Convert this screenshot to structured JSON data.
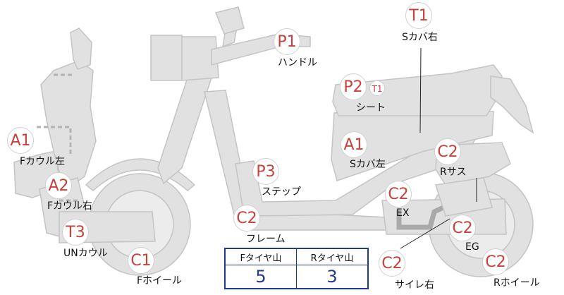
{
  "colors": {
    "body_fill": "#e1e1e1",
    "body_stroke": "#c4c4c4",
    "marker_text": "#c8413a",
    "table_border": "#1f3b8c",
    "value_text": "#1f3b8c"
  },
  "parts": [
    {
      "code": "P1",
      "label": "ハンドル"
    },
    {
      "code": "T1",
      "label": "Sカバ右"
    },
    {
      "code": "P2",
      "label": "シート"
    },
    {
      "code": "T1",
      "label": ""
    },
    {
      "code": "A1",
      "label": "Fカウル左"
    },
    {
      "code": "A2",
      "label": "Fカウル右"
    },
    {
      "code": "T3",
      "label": "UNカウル"
    },
    {
      "code": "C1",
      "label": "Fホイール"
    },
    {
      "code": "A1",
      "label": "Sカバ左"
    },
    {
      "code": "P3",
      "label": "ステップ"
    },
    {
      "code": "C2",
      "label": "Rサス"
    },
    {
      "code": "C2",
      "label": "EX"
    },
    {
      "code": "C2",
      "label": "フレーム"
    },
    {
      "code": "C2",
      "label": "EG"
    },
    {
      "code": "C2",
      "label": "サイレ右"
    },
    {
      "code": "C2",
      "label": "Rホイール"
    }
  ],
  "tire_table": {
    "headers": [
      "Fタイヤ山",
      "Rタイヤ山"
    ],
    "values": [
      "5",
      "3"
    ]
  }
}
